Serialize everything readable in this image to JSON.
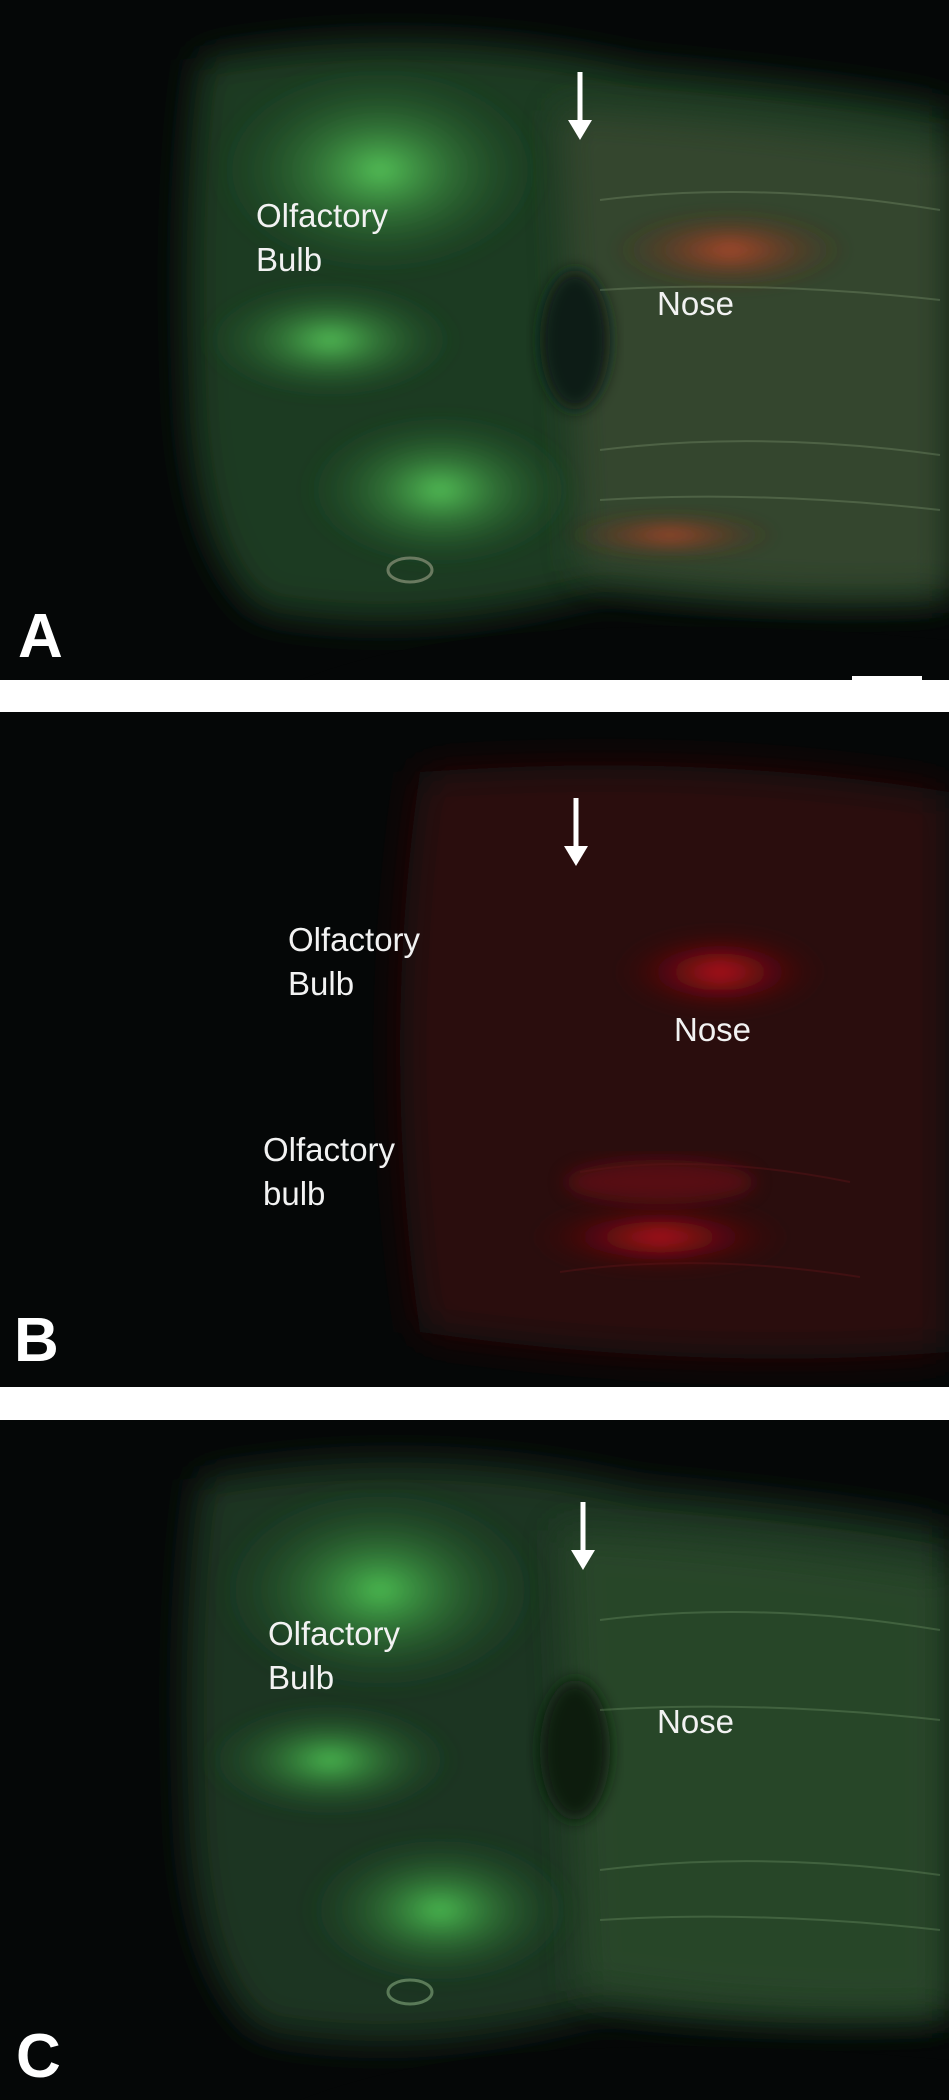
{
  "panels": [
    {
      "letter": "A",
      "label_bulb": "Olfactory\nBulb",
      "label_nose": "Nose",
      "channel": "merged"
    },
    {
      "letter": "B",
      "label_bulb_upper": "Olfactory\nBulb",
      "label_bulb_lower": "Olfactory\nbulb",
      "label_nose": "Nose",
      "channel": "red"
    },
    {
      "letter": "C",
      "label_bulb": "Olfactory\nBulb",
      "label_nose": "Nose",
      "channel": "green"
    }
  ],
  "colors": {
    "background": "#050707",
    "green_signal": "#3fbf50",
    "red_signal": "#c0141e",
    "text": "#f2f2f2"
  }
}
